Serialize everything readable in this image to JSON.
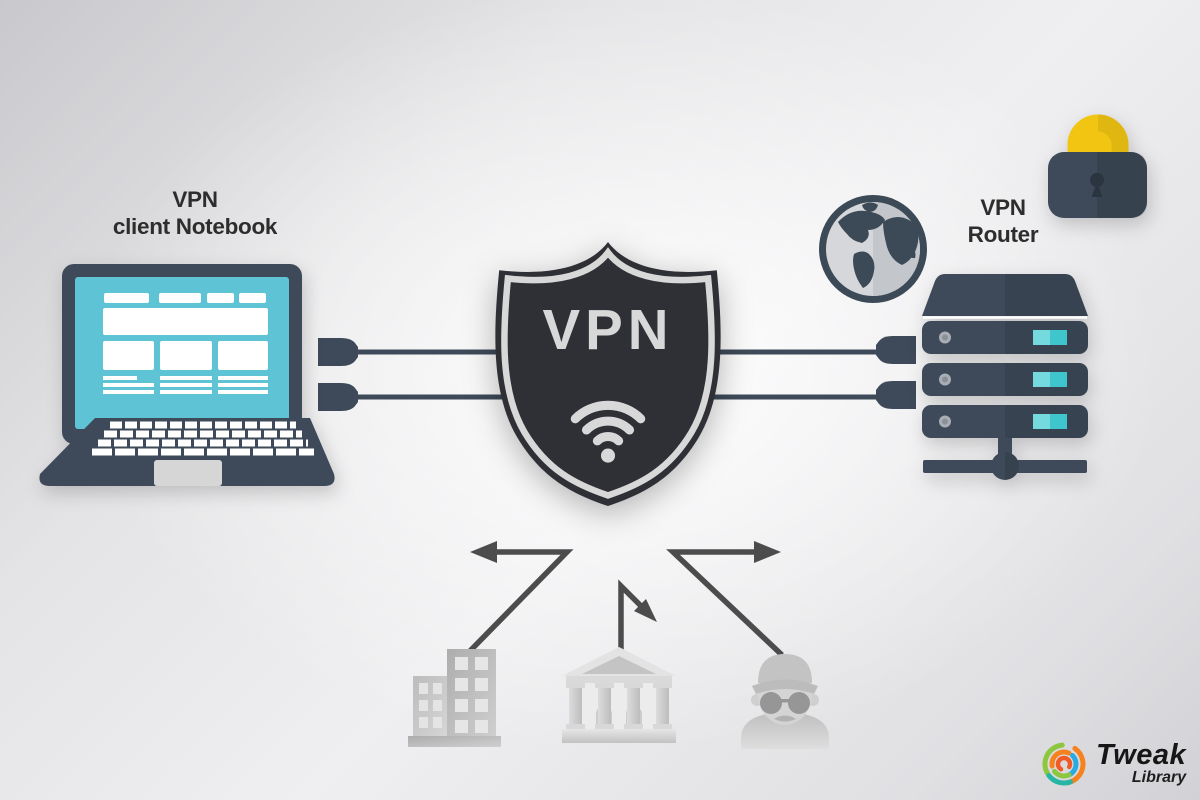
{
  "page": {
    "title": "VPN connection diagram"
  },
  "colors": {
    "slate": "#3e4a59",
    "slate_dark": "#35404d",
    "charcoal": "#2e3036",
    "shield_light": "#d8d8d8",
    "screen_teal": "#5ec3d5",
    "led_teal": "#3fc6cc",
    "led_teal_light": "#74dadd",
    "lock_yellow": "#f2c513",
    "arrow_gray": "#4c4c4c",
    "cable": "#3e4a59",
    "label_text": "#2d2d2d",
    "globe_land": "#3c4a57",
    "globe_sea": "#d5d7da"
  },
  "labels": {
    "client": {
      "line1": "VPN",
      "line2": "client Notebook"
    },
    "router": {
      "line1": "VPN",
      "line2": "Router"
    }
  },
  "shield": {
    "text": "VPN"
  },
  "icons": [
    "laptop-icon",
    "vpn-shield-icon",
    "wifi-icon",
    "globe-icon",
    "router-icon",
    "padlock-icon",
    "building-icon",
    "bank-icon",
    "spy-icon",
    "plug-icon",
    "redirect-arrow-icon",
    "tweak-library-logo-icon"
  ],
  "logo": {
    "brand": "Tweak",
    "sub": "Library"
  }
}
